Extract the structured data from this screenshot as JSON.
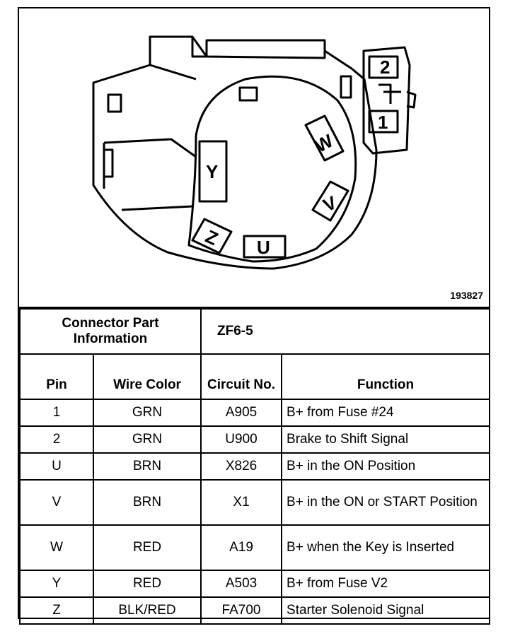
{
  "figure_number": "193827",
  "diagram_labels": {
    "pin_1": "1",
    "pin_2": "2",
    "pin_w": "W",
    "pin_v": "V",
    "pin_y": "Y",
    "pin_z": "Z",
    "pin_u": "U"
  },
  "connector_info": {
    "label": "Connector Part Information",
    "value": "ZF6-5"
  },
  "columns": {
    "pin": "Pin",
    "wire_color": "Wire Color",
    "circuit_no": "Circuit No.",
    "function": "Function"
  },
  "rows": [
    {
      "pin": "1",
      "wire_color": "GRN",
      "circuit": "A905",
      "function": "B+ from Fuse #24"
    },
    {
      "pin": "2",
      "wire_color": "GRN",
      "circuit": "U900",
      "function": "Brake to Shift Signal"
    },
    {
      "pin": "U",
      "wire_color": "BRN",
      "circuit": "X826",
      "function": "B+ in the ON Position"
    },
    {
      "pin": "V",
      "wire_color": "BRN",
      "circuit": "X1",
      "function": "B+ in the ON or START Position"
    },
    {
      "pin": "W",
      "wire_color": "RED",
      "circuit": "A19",
      "function": "B+ when the Key is Inserted"
    },
    {
      "pin": "Y",
      "wire_color": "RED",
      "circuit": "A503",
      "function": "B+ from Fuse V2"
    },
    {
      "pin": "Z",
      "wire_color": "BLK/RED",
      "circuit": "FA700",
      "function": "Starter Solenoid Signal"
    }
  ]
}
